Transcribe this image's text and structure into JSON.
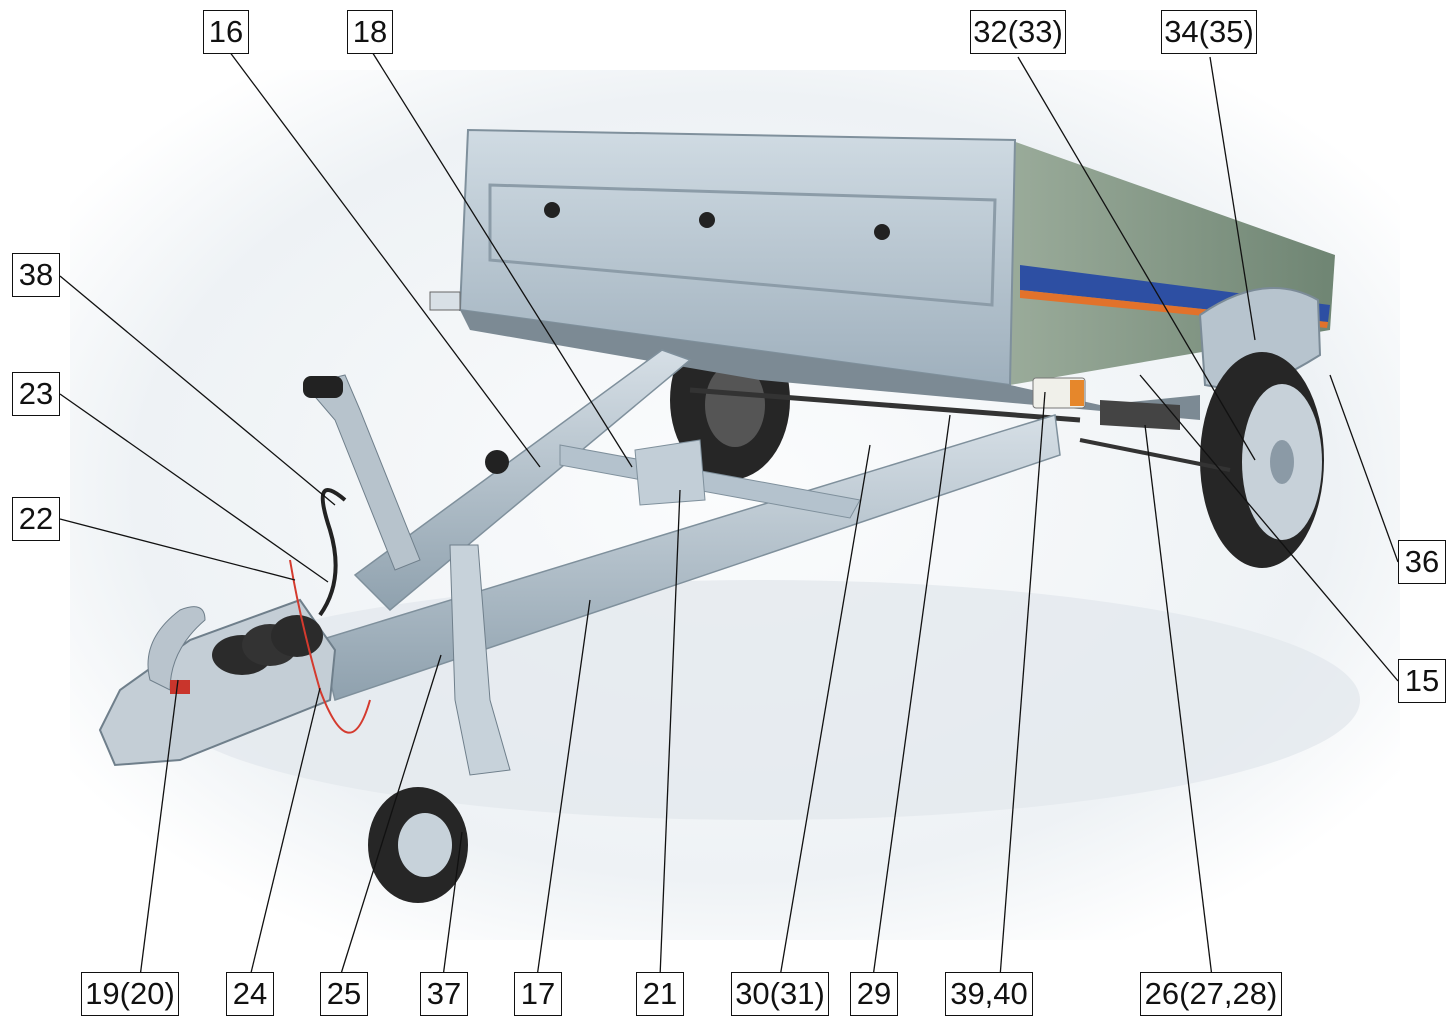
{
  "callouts": {
    "c16": "16",
    "c18": "18",
    "c32": "32(33)",
    "c34": "34(35)",
    "c38": "38",
    "c23": "23",
    "c22": "22",
    "c36": "36",
    "c15": "15",
    "c19": "19(20)",
    "c24": "24",
    "c25": "25",
    "c37": "37",
    "c17": "17",
    "c21": "21",
    "c30": "30(31)",
    "c29": "29",
    "c39": "39,40",
    "c26": "26(27,28)"
  },
  "colors": {
    "galvanized": "#b9c7d2",
    "frame": "#aab8c4",
    "stripe_blue": "#2d4fa3",
    "stripe_orange": "#e2722b",
    "tire": "#262626",
    "backdrop": "#eef2f5"
  }
}
